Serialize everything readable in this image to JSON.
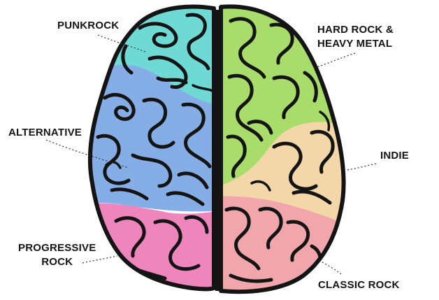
{
  "regions": {
    "punkrock": {
      "label": "PUNKROCK",
      "color": "#6fd9d4"
    },
    "hard_rock_heavy_metal": {
      "label_lines": [
        "HARD ROCK &",
        "HEAVY METAL"
      ],
      "color": "#a8dc6b"
    },
    "alternative": {
      "label": "ALTERNATIVE",
      "color": "#86aee6"
    },
    "indie": {
      "label": "INDIE",
      "color": "#f3d7a8"
    },
    "progressive_rock": {
      "label_lines": [
        "PROGRESSIVE",
        "ROCK"
      ],
      "color": "#ee86bd"
    },
    "classic_rock": {
      "label": "CLASSIC ROCK",
      "color": "#f0a6ab"
    }
  },
  "outline_color": "#141414"
}
